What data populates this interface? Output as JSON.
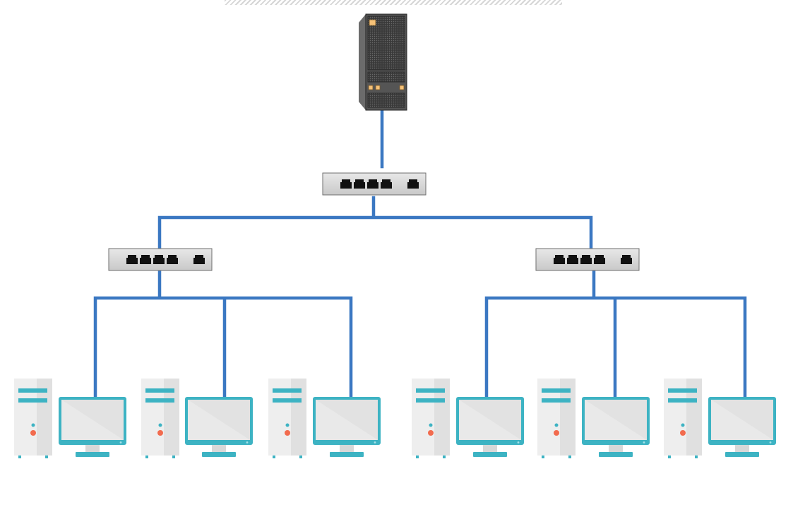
{
  "diagram": {
    "type": "network-topology",
    "nodes": {
      "server": {
        "kind": "server",
        "icon": "server-tower-icon"
      },
      "core_switch": {
        "kind": "switch",
        "icon": "network-switch-icon",
        "ports": 5
      },
      "switch_left": {
        "kind": "switch",
        "icon": "network-switch-icon",
        "ports": 5
      },
      "switch_right": {
        "kind": "switch",
        "icon": "network-switch-icon",
        "ports": 5
      },
      "workstations": [
        {
          "group": "left",
          "icon": "desktop-computer-icon"
        },
        {
          "group": "left",
          "icon": "desktop-computer-icon"
        },
        {
          "group": "left",
          "icon": "desktop-computer-icon"
        },
        {
          "group": "right",
          "icon": "desktop-computer-icon"
        },
        {
          "group": "right",
          "icon": "desktop-computer-icon"
        },
        {
          "group": "right",
          "icon": "desktop-computer-icon"
        }
      ]
    },
    "links": [
      [
        "server",
        "core_switch"
      ],
      [
        "core_switch",
        "switch_left"
      ],
      [
        "core_switch",
        "switch_right"
      ],
      [
        "switch_left",
        "workstation-1"
      ],
      [
        "switch_left",
        "workstation-2"
      ],
      [
        "switch_left",
        "workstation-3"
      ],
      [
        "switch_right",
        "workstation-4"
      ],
      [
        "switch_right",
        "workstation-5"
      ],
      [
        "switch_right",
        "workstation-6"
      ]
    ]
  },
  "colors": {
    "link": "#3b78c2",
    "monitor_frame": "#3db3c3",
    "tower_body": "#eeeeee",
    "tower_accent": "#3db3c3",
    "tower_led": "#f26b4e",
    "switch_body": "#d9d9d9",
    "server_body": "#555555",
    "server_light": "#f6c177"
  }
}
